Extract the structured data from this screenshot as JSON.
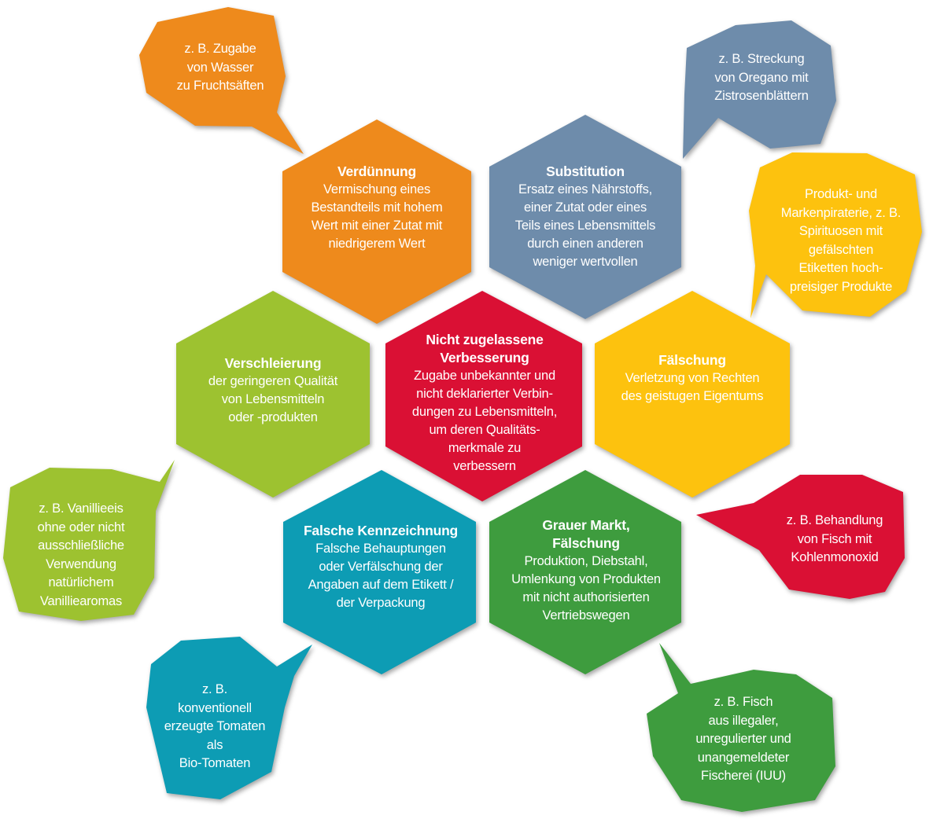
{
  "colors": {
    "orange": "#EE8A1C",
    "slate": "#6E8CAB",
    "yellow": "#FDC20E",
    "lime": "#9DC230",
    "red": "#DA1034",
    "teal": "#0D9CB4",
    "green": "#3E9C3E"
  },
  "hexagons": {
    "verduennung": {
      "title": "Verdünnung",
      "body": "Vermischung eines\nBestandteils mit hohem\nWert mit einer Zutat mit\nniedrigerem Wert"
    },
    "substitution": {
      "title": "Substitution",
      "body": "Ersatz eines Nährstoffs,\neiner Zutat oder eines\nTeils eines Lebensmittels\ndurch einen anderen\nweniger wertvollen"
    },
    "verschleierung": {
      "title": "Verschleierung",
      "body": "der geringeren Qualität\nvon Lebensmitteln\noder -produkten"
    },
    "nicht_zugelassen": {
      "title": "Nicht zugelassene\nVerbesserung",
      "body": "Zugabe unbekannter und\nnicht deklarierter Verbin-\ndungen zu Lebensmitteln,\num deren Qualitäts-\nmerkmale zu\nverbessern"
    },
    "faelschung": {
      "title": "Fälschung",
      "body": "Verletzung von Rechten\ndes geistugen Eigentums"
    },
    "falsche_kennzeichnung": {
      "title": "Falsche Kennzeichnung",
      "body": "Falsche Behauptungen\noder Verfälschung der\nAngaben auf dem Etikett /\nder Verpackung"
    },
    "grauer_markt": {
      "title": "Grauer Markt,\nFälschung",
      "body": "Produktion, Diebstahl,\nUmlenkung von Produkten\nmit nicht authorisierten\nVertriebswegen"
    }
  },
  "bubbles": {
    "orange": "z. B. Zugabe\nvon Wasser\nzu Fruchtsäften",
    "slate": "z. B. Streckung\nvon Oregano mit\nZistrosenblättern",
    "yellow": "Produkt- und\nMarkenpiraterie, z. B.\nSpirituosen mit\ngefälschten\nEtiketten hoch-\npreisiger Produkte",
    "lime": "z. B. Vanillieeis\nohne oder nicht\nausschließliche\nVerwendung\nnatürlichem\nVanilliearomas",
    "red": "z. B. Behandlung\nvon Fisch mit\nKohlenmonoxid",
    "teal": "z. B.\nkonventionell\nerzeugte Tomaten\nals\nBio-Tomaten",
    "green": "z. B. Fisch\naus illegaler,\nunregulierter und\nunangemeldeter\nFischerei (IUU)"
  }
}
